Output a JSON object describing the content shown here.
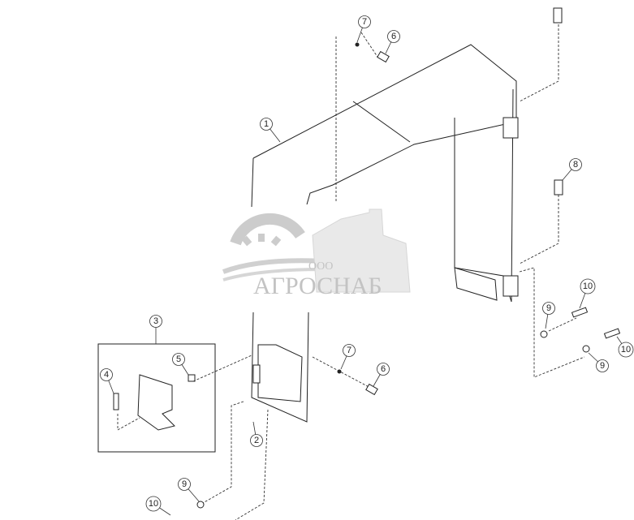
{
  "diagram": {
    "callouts": [
      "1",
      "2",
      "3",
      "4",
      "5",
      "6",
      "6",
      "7",
      "7",
      "8",
      "9",
      "9",
      "9",
      "10",
      "10",
      "10"
    ],
    "watermark": {
      "prefix": "ООО",
      "name": "АГРОСНАБ"
    }
  }
}
